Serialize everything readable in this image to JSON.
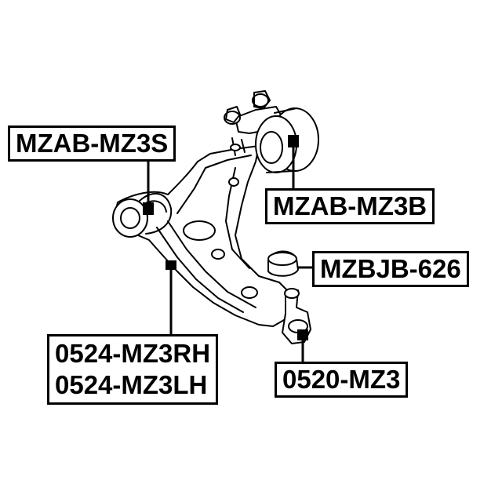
{
  "labels": {
    "upper_bushing": "MZAB-MZ3S",
    "rear_bushing": "MZAB-MZ3B",
    "bump_stop": "MZBJB-626",
    "control_arm_right": "0524-MZ3RH",
    "control_arm_left": "0524-MZ3LH",
    "ball_joint": "0520-MZ3"
  },
  "colors": {
    "ink": "#000000",
    "paper": "#ffffff"
  }
}
